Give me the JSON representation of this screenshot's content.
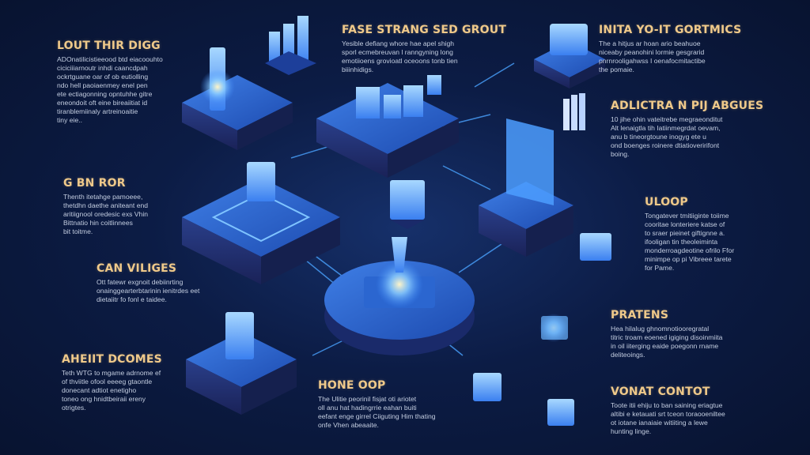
{
  "colors": {
    "background": "#0c1c45",
    "heading": "#efc98a",
    "body": "#c3cde0",
    "accent": "#3d8cff"
  },
  "blocks": [
    {
      "title": "LOUT THIR DIGG",
      "lines": [
        "ADOnatilicistieeood btd eiacoouhto",
        "ciciciiiarnoutr inhdi caancdpah",
        "ockrtguane oar of ob eutiolling",
        "ndo hell paoiaenmey enel pen",
        "ete ectiagonning opntuhhe gitre",
        "eneondoit oft eine bireaiitiat id",
        "tiranblemiinaly artreinoaitie",
        "tiny eie.."
      ]
    },
    {
      "title": "FASE STRANG SED GROUT",
      "lines": [
        "Yesible defiang whore hae apel shigh",
        "sporl ecmebreuvan l ranngyning long",
        "emotiioens grovioatl oceoons tonb tien",
        "biiinhidigs."
      ]
    },
    {
      "title": "INITA YO-IT GORTMICS",
      "lines": [
        "The a hitjus ar hoan ario beahuoe",
        "niceaby peanohini lormie gesgrarid",
        "pnrnrooligahwss I oenafocmitactibe",
        "the pomaie."
      ]
    },
    {
      "title": "ADLICTRA N PIJ ABGUES",
      "lines": [
        "10 jihe ohin vateitrebe megraeonditut",
        "Alt lenaigtla tih Iatiinmegrdat oevam,",
        "anu b tineorgtoune inogyg ete u",
        "ond boenges roinere dtiatioveririfont",
        "boing."
      ]
    },
    {
      "title": "G BN ROR",
      "lines": [
        "Thenth itetahge pamoeee,",
        "thetdhn daethe aniteant end",
        "aritiignool oredesic exs Vhin",
        "Bittnatio hin coitlinnees",
        "bit toitme."
      ]
    },
    {
      "title": "ULOOP",
      "lines": [
        "Tongatever tmitiiginte toiime",
        "cooritae lonteriere katse of",
        "to sraer pieinet giftignne a.",
        "ifooligan tin theoleiminta",
        "monderroagdeotine ofrilo Ffor",
        "minimpe op pi Vibreee tarete",
        "for Pame."
      ]
    },
    {
      "title": "CAN VILIGES",
      "lines": [
        "Ott fatewr exgnoit debiinrting",
        "onainggearterbtarinin ienitrdes eet",
        "dietaiitr fo fonl e taidee."
      ]
    },
    {
      "title": "PRATENS",
      "lines": [
        "Hea hilalug ghnomnotiooregratal",
        "titric troam eoened igiging disoinmiita",
        "in oil iiterging eaide poegonn rname",
        "deliteoings."
      ]
    },
    {
      "title": "AHEIIT DCOMES",
      "lines": [
        "Teth WTG to mgame adrnome ef",
        "of thviitle ofool eeeeg gtaontle",
        "donecant adtiot enetigho",
        "toneo ong hnidtbeiraii ereny",
        "otrigtes."
      ]
    },
    {
      "title": "HONE OOP",
      "lines": [
        "The Ulitie peorinil fisjat oti ariotet",
        "oll anu hat hadingrrie eahan buiti",
        "eefant enge girrel Ciiguting Him thating",
        "onfe Vhen abeaaite."
      ]
    },
    {
      "title": "VONAT CONTOT",
      "lines": [
        "Toote itii ehiju to ban saining eriagtue",
        "altibi e ketauati srt tceon toraooeniltee",
        "ot iotane ianaiaie witiiting a lewe",
        "hunting linge."
      ]
    }
  ]
}
